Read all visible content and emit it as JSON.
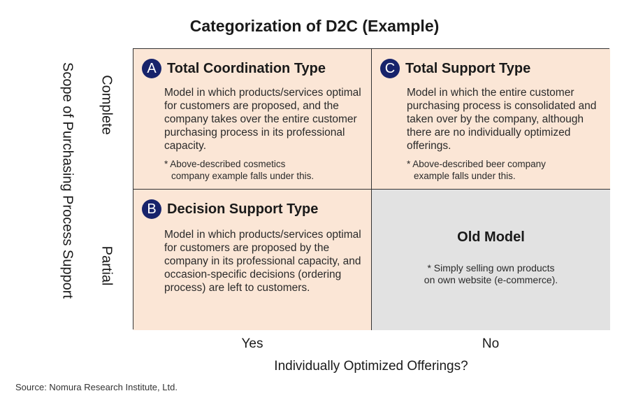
{
  "title": "Categorization of D2C (Example)",
  "y_axis": {
    "label": "Scope of Purchasing Process Support",
    "rows": [
      "Complete",
      "Partial"
    ]
  },
  "x_axis": {
    "label": "Individually Optimized Offerings?",
    "columns": [
      "Yes",
      "No"
    ]
  },
  "cells": {
    "a": {
      "badge": "A",
      "title": "Total Coordination Type",
      "body": "Model in which products/services optimal for customers are proposed, and the company takes over the entire customer purchasing process in its professional capacity.",
      "note_line1": "* Above-described cosmetics",
      "note_line2": "company example falls under this."
    },
    "c": {
      "badge": "C",
      "title": "Total Support Type",
      "body": "Model in which the entire customer purchasing process is consolidated and taken over by the company, although there are no individually optimized offerings.",
      "note_line1": "* Above-described beer company",
      "note_line2": "example falls under this."
    },
    "b": {
      "badge": "B",
      "title": "Decision Support Type",
      "body": "Model in which products/services optimal for customers are proposed by the company in its professional capacity, and occasion-specific decisions (ordering process) are left to customers."
    },
    "old": {
      "title": "Old Model",
      "note_line1": "* Simply selling own products",
      "note_line2": "on own website (e-commerce)."
    }
  },
  "source": "Source: Nomura Research Institute, Ltd.",
  "colors": {
    "cell_fill": "#fbe6d6",
    "old_model_fill": "#e2e2e2",
    "badge": "#17236b"
  }
}
